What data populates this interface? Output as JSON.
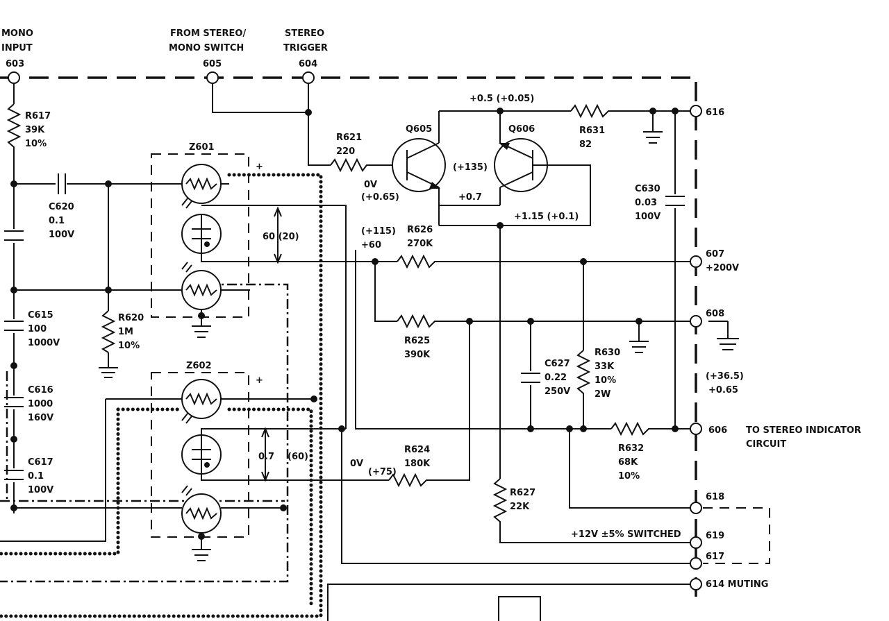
{
  "header": {
    "mono_input_line1": "MONO",
    "mono_input_line2": "INPUT",
    "mono_input_pin": "603",
    "stereo_switch_line1": "FROM STEREO/",
    "stereo_switch_line2": "MONO SWITCH",
    "stereo_switch_pin": "605",
    "stereo_trigger_line1": "STEREO",
    "stereo_trigger_line2": "TRIGGER",
    "stereo_trigger_pin": "604"
  },
  "components": {
    "r617": {
      "ref": "R617",
      "value": "39K",
      "tol": "10%"
    },
    "c620": {
      "ref": "C620",
      "value": "0.1",
      "voltage": "100V"
    },
    "r620": {
      "ref": "R620",
      "value": "1M",
      "tol": "10%"
    },
    "c615": {
      "ref": "C615",
      "value": "100",
      "voltage": "1000V"
    },
    "c616": {
      "ref": "C616",
      "value": "1000",
      "voltage": "160V"
    },
    "c617": {
      "ref": "C617",
      "value": "0.1",
      "voltage": "100V"
    },
    "z601": {
      "ref": "Z601",
      "plus": "+"
    },
    "z602": {
      "ref": "Z602",
      "plus": "+"
    },
    "r621": {
      "ref": "R621",
      "value": "220"
    },
    "q605": {
      "ref": "Q605"
    },
    "q606": {
      "ref": "Q606"
    },
    "r631": {
      "ref": "R631",
      "value": "82"
    },
    "c630": {
      "ref": "C630",
      "value": "0.03",
      "voltage": "100V"
    },
    "r626": {
      "ref": "R626",
      "value": "270K"
    },
    "r625": {
      "ref": "R625",
      "value": "390K"
    },
    "c627": {
      "ref": "C627",
      "value": "0.22",
      "voltage": "250V"
    },
    "r630": {
      "ref": "R630",
      "value": "33K",
      "tol": "10%",
      "power": "2W"
    },
    "r632": {
      "ref": "R632",
      "value": "68K",
      "tol": "10%"
    },
    "r624": {
      "ref": "R624",
      "value": "180K"
    },
    "r627": {
      "ref": "R627",
      "value": "22K"
    }
  },
  "voltages": {
    "top_bus": "+0.5 (+0.05)",
    "emitter_mid": "(+135)",
    "base_0v": "0V",
    "base_alt": "(+0.65)",
    "collector": "+0.7",
    "q606_out": "+1.15 (+0.1)",
    "r626_left_1": "(+115)",
    "r626_left_2": "+60",
    "lamp1_volt": "60 (20)",
    "lamp2_volt_a": "0.7",
    "lamp2_volt_b": "(60)",
    "r624_left_a": "0V",
    "r624_left_b": "(+75)",
    "right_volt_1": "(+36.5)",
    "right_volt_2": "+0.65",
    "switched_supply": "+12V ±5% SWITCHED"
  },
  "terminals": {
    "t616": "616",
    "t607": "607",
    "t607_volt": "+200V",
    "t608": "608",
    "t606": "606",
    "t606_desc_1": "TO STEREO INDICATOR",
    "t606_desc_2": "CIRCUIT",
    "t618": "618",
    "t619": "619",
    "t617": "617",
    "t614": "614 MUTING"
  }
}
